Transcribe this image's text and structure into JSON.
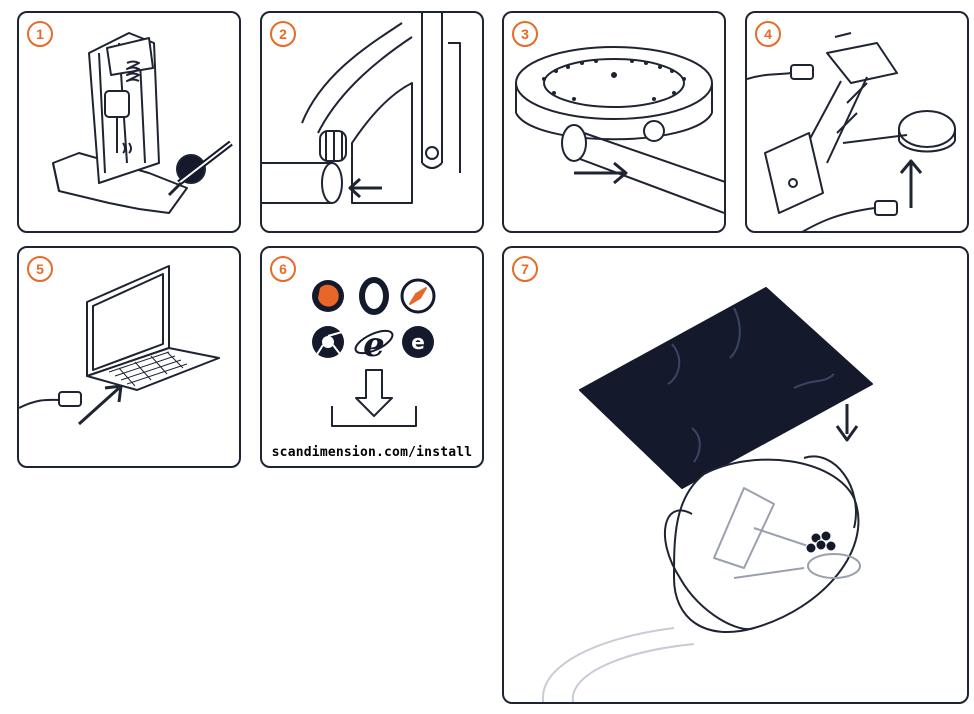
{
  "steps": [
    {
      "number": "1"
    },
    {
      "number": "2"
    },
    {
      "number": "3"
    },
    {
      "number": "4"
    },
    {
      "number": "5"
    },
    {
      "number": "6",
      "install_url": "scandimension.com/install"
    },
    {
      "number": "7"
    }
  ],
  "browser_icons": [
    "firefox-icon",
    "opera-icon",
    "safari-icon",
    "chrome-icon",
    "internet-explorer-icon",
    "edge-icon"
  ],
  "colors": {
    "badge": "#e86a27",
    "line": "#1f2433",
    "fill_dark": "#141a2b",
    "firefox": "#e8662a",
    "safari": "#e8662a"
  }
}
